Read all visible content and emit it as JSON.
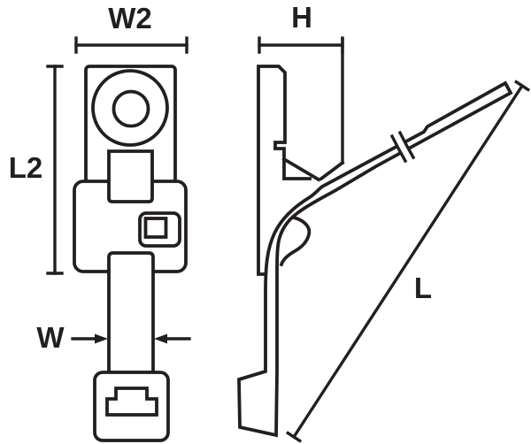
{
  "drawing": {
    "labels": {
      "w2": "W2",
      "h": "H",
      "l2": "L2",
      "w": "W",
      "l": "L"
    },
    "colors": {
      "line": "#231f20",
      "background": "#ffffff"
    }
  }
}
